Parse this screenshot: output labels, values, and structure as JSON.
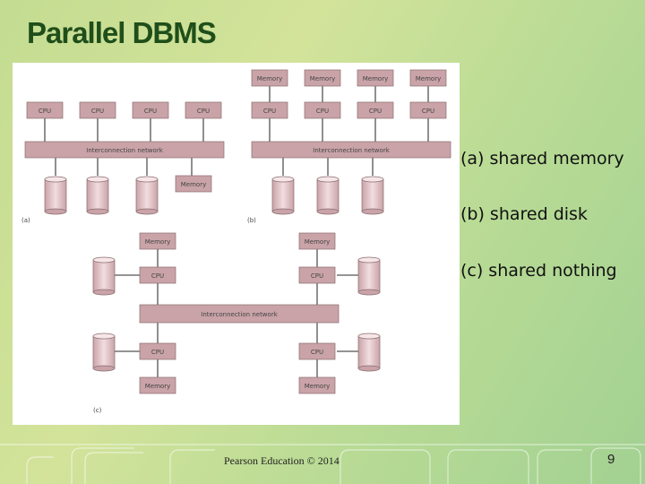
{
  "slide": {
    "title": "Parallel DBMS",
    "bullets": [
      "(a) shared memory",
      "(b) shared disk",
      "(c) shared nothing"
    ],
    "footer": "Pearson Education © 2014",
    "page_number": "9"
  },
  "diagram": {
    "a": {
      "tag": "(a)",
      "cpus": [
        "CPU",
        "CPU",
        "CPU",
        "CPU"
      ],
      "network": "Interconnection network",
      "memory": "Memory"
    },
    "b": {
      "tag": "(b)",
      "memories": [
        "Memory",
        "Memory",
        "Memory",
        "Memory"
      ],
      "cpus": [
        "CPU",
        "CPU",
        "CPU",
        "CPU"
      ],
      "network": "Interconnection network"
    },
    "c": {
      "tag": "(c)",
      "memories_top": [
        "Memory",
        "Memory"
      ],
      "cpus_top": [
        "CPU",
        "CPU"
      ],
      "network": "Interconnection network",
      "cpus_bottom": [
        "CPU",
        "CPU"
      ],
      "memories_bottom": [
        "Memory",
        "Memory"
      ]
    }
  }
}
